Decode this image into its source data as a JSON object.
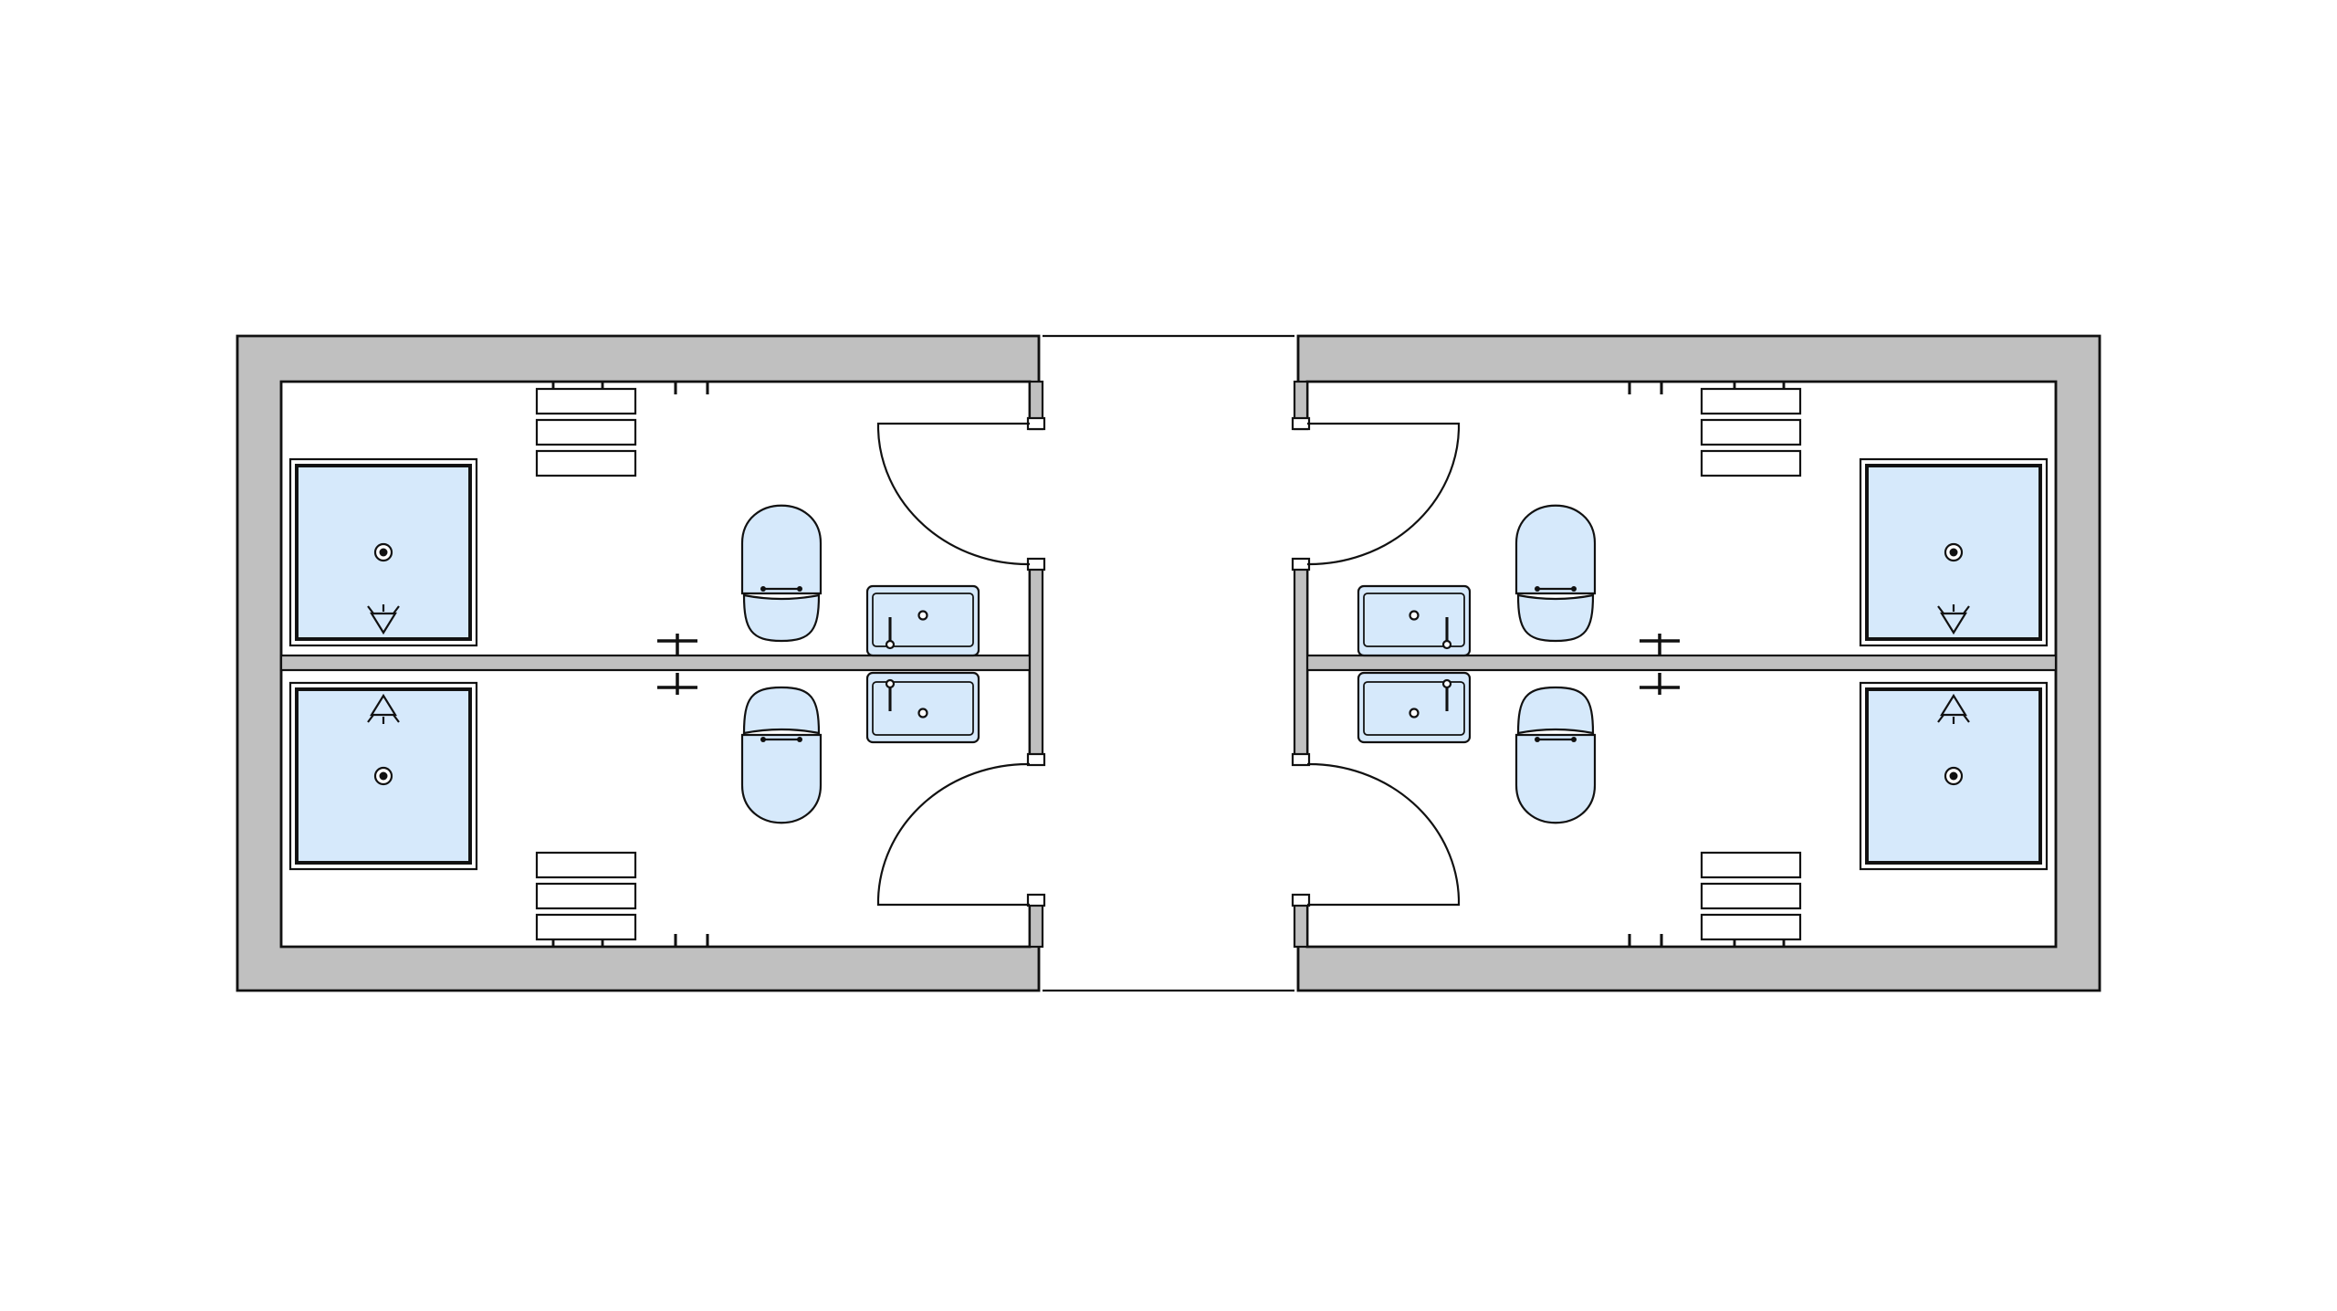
{
  "drawing": {
    "kind": "floor-plan",
    "units": [
      {
        "id": "left-block",
        "mirrored": false,
        "rooms": [
          {
            "id": "left-top",
            "fixtures": [
              "shower",
              "bench",
              "toilet",
              "sink",
              "door"
            ]
          },
          {
            "id": "left-bottom",
            "fixtures": [
              "shower",
              "bench",
              "toilet",
              "sink",
              "door"
            ]
          }
        ]
      },
      {
        "id": "right-block",
        "mirrored": true,
        "rooms": [
          {
            "id": "right-top",
            "fixtures": [
              "shower",
              "bench",
              "toilet",
              "sink",
              "door"
            ]
          },
          {
            "id": "right-bottom",
            "fixtures": [
              "shower",
              "bench",
              "toilet",
              "sink",
              "door"
            ]
          }
        ]
      }
    ]
  },
  "colors": {
    "wall_fill": "#c0c0c0",
    "fixture_fill": "#d6e9fb",
    "line": "#111111",
    "background": "#ffffff",
    "room_fill": "#ffffff"
  },
  "icons": [
    "shower-icon",
    "bench-icon",
    "toilet-icon",
    "sink-icon",
    "door-swing-icon",
    "towel-hook-icon",
    "drain-icon",
    "shower-head-icon"
  ]
}
